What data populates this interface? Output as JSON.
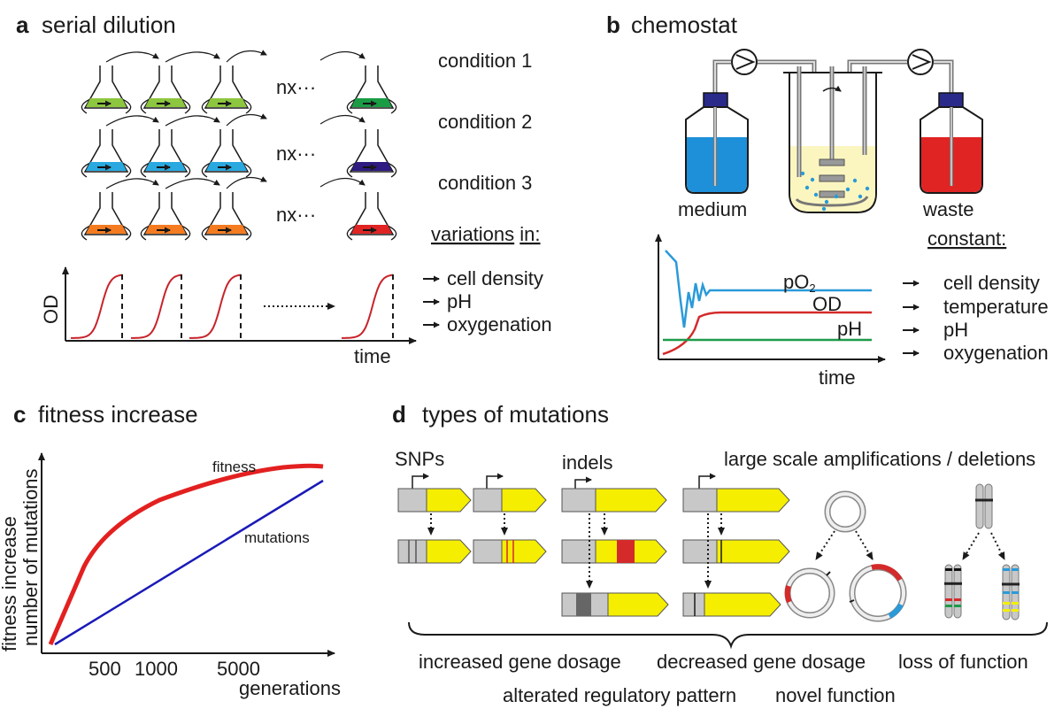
{
  "panel_a": {
    "letter": "a",
    "title": "serial dilution",
    "conditions": [
      "condition 1",
      "condition 2",
      "condition 3"
    ],
    "nx_label": "nx···",
    "variations_word": "variations",
    "variations_in": "in:",
    "variations_list": [
      "cell density",
      "pH",
      "oxygenation"
    ],
    "y_label": "OD",
    "x_label": "time",
    "flask_colors": [
      "#8dc63f",
      "#29a9e0",
      "#f47b20"
    ],
    "final_colors": [
      "#1a9c45",
      "#2e1a80",
      "#e02424"
    ]
  },
  "panel_b": {
    "letter": "b",
    "title": "chemostat",
    "medium_label": "medium",
    "waste_label": "waste",
    "constant_label": "constant:",
    "constant_list": [
      "cell density",
      "temperature",
      "pH",
      "oxygenation"
    ],
    "line_labels": {
      "po2": "pO",
      "po2_sub": "2",
      "od": "OD",
      "ph": "pH"
    },
    "x_label": "time",
    "colors": {
      "po2": "#2a9ad8",
      "od": "#d42a2a",
      "ph": "#1d9a4a",
      "medium": "#1e8fd9",
      "waste": "#e02424"
    }
  },
  "panel_c": {
    "letter": "c",
    "title": "fitness increase",
    "y_label_1": "fitness increase",
    "y_label_2": "number of mutations",
    "x_label": "generations",
    "x_ticks": [
      "500",
      "1000",
      "5000"
    ],
    "series_labels": {
      "fitness": "fitness",
      "mutations": "mutations"
    },
    "colors": {
      "fitness": "#e32020",
      "mutations": "#1a1ab8"
    }
  },
  "panel_d": {
    "letter": "d",
    "title": "types of mutations",
    "snps_label": "SNPs",
    "indels_label": "indels",
    "large_label": "large scale amplifications / deletions",
    "outcomes_row1": [
      "increased gene dosage",
      "decreased gene dosage",
      "loss of function"
    ],
    "outcomes_row2": [
      "alterated regulatory pattern",
      "novel function"
    ]
  }
}
